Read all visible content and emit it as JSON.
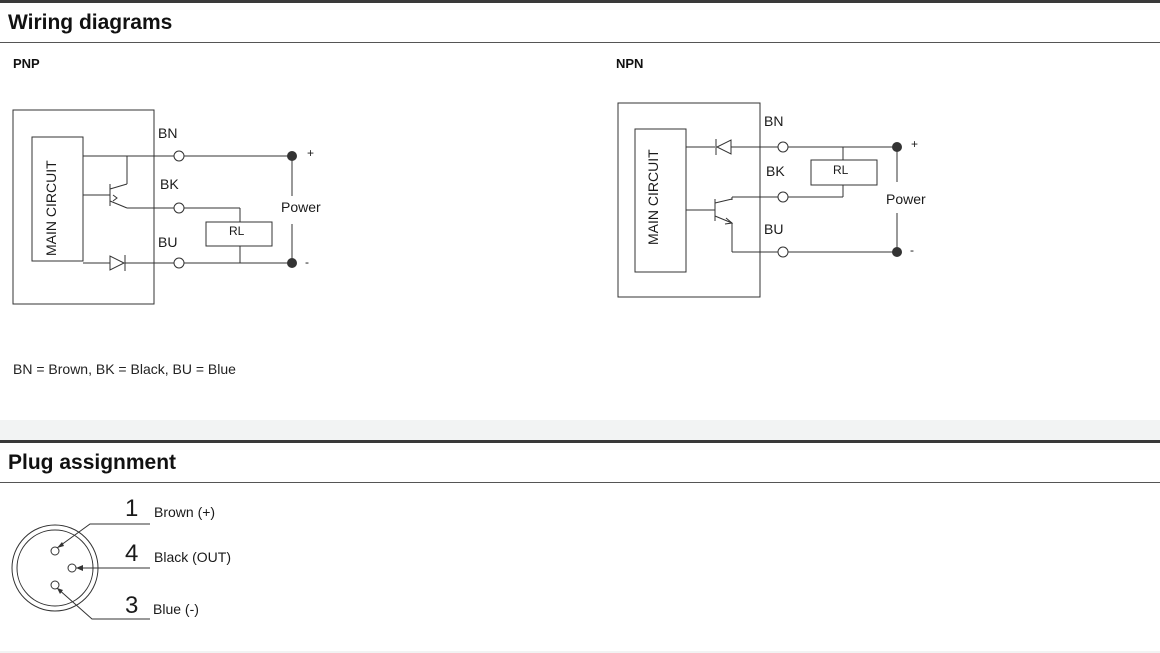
{
  "wiring": {
    "title": "Wiring diagrams",
    "pnp": {
      "title": "PNP",
      "main_label": "MAIN CIRCUIT",
      "bn": "BN",
      "bk": "BK",
      "bu": "BU",
      "rl": "RL",
      "power": "Power",
      "plus": "+",
      "minus": "-"
    },
    "npn": {
      "title": "NPN",
      "main_label": "MAIN CIRCUIT",
      "bn": "BN",
      "bk": "BK",
      "bu": "BU",
      "rl": "RL",
      "power": "Power",
      "plus": "+",
      "minus": "-"
    },
    "legend": "BN = Brown, BK = Black, BU = Blue"
  },
  "plug": {
    "title": "Plug assignment",
    "pins": [
      {
        "number": "1",
        "label": "Brown (+)"
      },
      {
        "number": "4",
        "label": "Black (OUT)"
      },
      {
        "number": "3",
        "label": "Blue (-)"
      }
    ]
  },
  "colors": {
    "line": "#333333",
    "rule": "#3a3a3a"
  }
}
